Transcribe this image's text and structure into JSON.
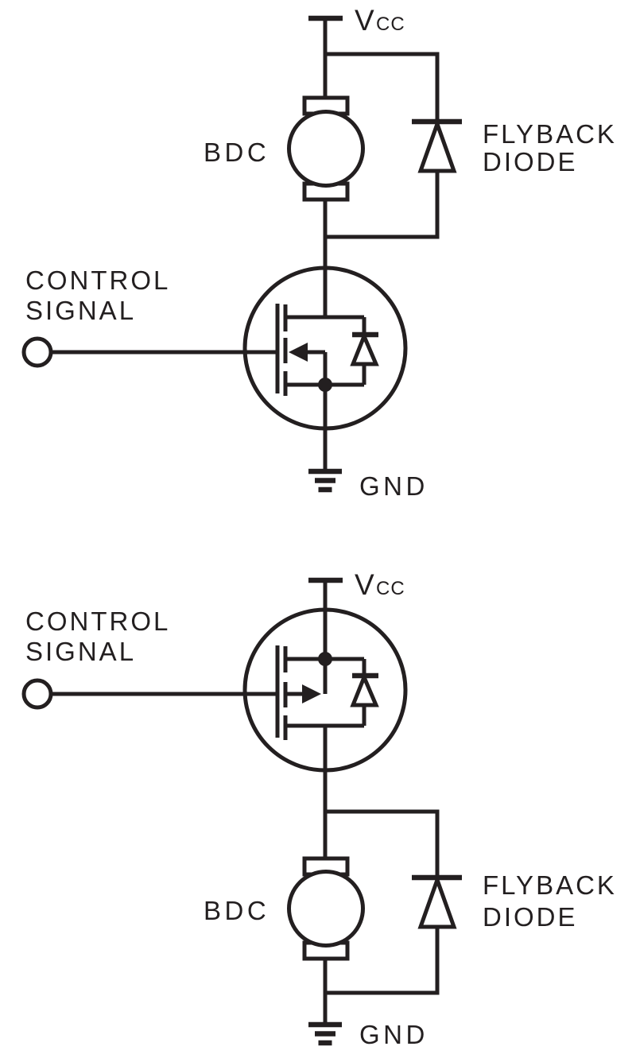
{
  "colors": {
    "ink": "#231f20",
    "background": "#ffffff"
  },
  "low_side_circuit": {
    "supply_label": "V",
    "supply_label_sub": "CC",
    "motor_label": "BDC",
    "flyback_label_line1": "FLYBACK",
    "flyback_label_line2": "DIODE",
    "control_label_line1": "CONTROL",
    "control_label_line2": "SIGNAL",
    "ground_label": "GND"
  },
  "high_side_circuit": {
    "supply_label": "V",
    "supply_label_sub": "CC",
    "motor_label": "BDC",
    "flyback_label_line1": "FLYBACK",
    "flyback_label_line2": "DIODE",
    "control_label_line1": "CONTROL",
    "control_label_line2": "SIGNAL",
    "ground_label": "GND"
  }
}
